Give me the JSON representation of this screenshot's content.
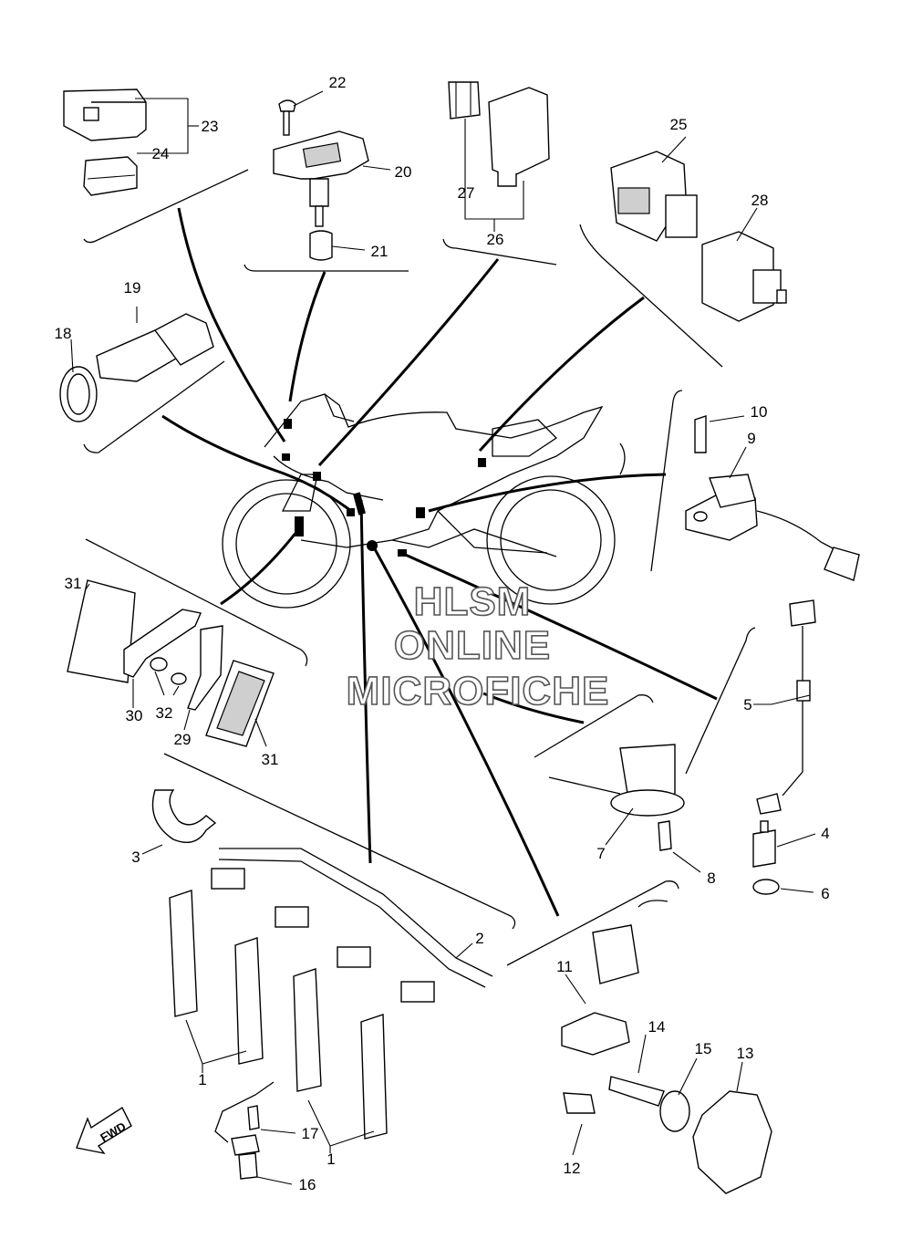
{
  "callouts": {
    "c1a": "1",
    "c1b": "1",
    "c2": "2",
    "c3": "3",
    "c4": "4",
    "c5": "5",
    "c6": "6",
    "c7": "7",
    "c8": "8",
    "c9": "9",
    "c10": "10",
    "c11": "11",
    "c12": "12",
    "c13": "13",
    "c14": "14",
    "c15": "15",
    "c16": "16",
    "c17": "17",
    "c18": "18",
    "c19": "19",
    "c20": "20",
    "c21": "21",
    "c22": "22",
    "c23": "23",
    "c24": "24",
    "c25": "25",
    "c26": "26",
    "c27": "27",
    "c28": "28",
    "c29": "29",
    "c30": "30",
    "c31a": "31",
    "c31b": "31",
    "c32": "32"
  },
  "watermark": {
    "line1": "HLSM",
    "line2": "ONLINE",
    "line3": "MICROFICHE"
  },
  "direction_arrow": {
    "label": "FWD",
    "icon": "fwd-arrow-icon"
  }
}
